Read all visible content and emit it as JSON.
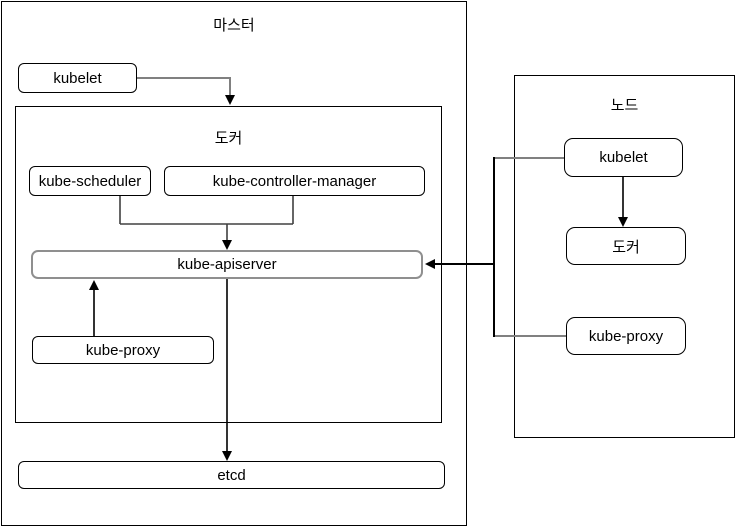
{
  "master": {
    "title": "마스터",
    "kubelet_label": "kubelet",
    "docker": {
      "title": "도커",
      "kube_scheduler_label": "kube-scheduler",
      "kube_controller_manager_label": "kube-controller-manager",
      "kube_apiserver_label": "kube-apiserver",
      "kube_proxy_label": "kube-proxy"
    },
    "etcd_label": "etcd"
  },
  "node": {
    "title": "노드",
    "kubelet_label": "kubelet",
    "docker_label": "도커",
    "kube_proxy_label": "kube-proxy"
  },
  "colors": {
    "background": "#ffffff",
    "box_border": "#000000",
    "apiserver_border": "#8f8f8f",
    "connector_gray": "#808080",
    "connector_black": "#000000",
    "text": "#000000"
  }
}
